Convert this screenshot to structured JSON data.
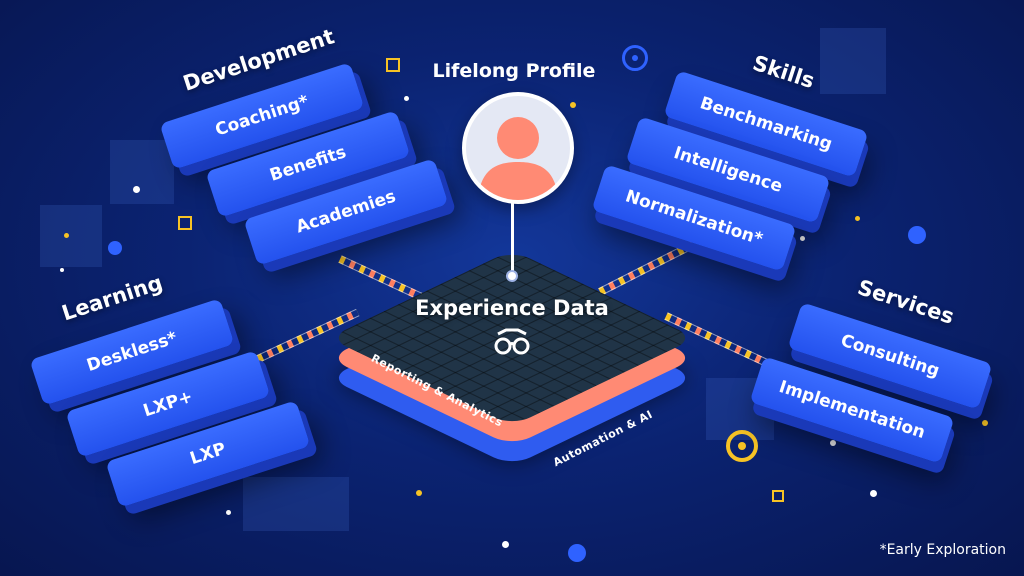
{
  "profile": {
    "title": "Lifelong Profile"
  },
  "hub": {
    "title": "Experience Data",
    "layers": [
      "Reporting & Analytics",
      "Automation & AI"
    ]
  },
  "groups": [
    {
      "title": "Development",
      "items": [
        "Coaching*",
        "Benefits",
        "Academies"
      ]
    },
    {
      "title": "Learning",
      "items": [
        "Deskless*",
        "LXP+",
        "LXP"
      ]
    },
    {
      "title": "Skills",
      "items": [
        "Benchmarking",
        "Intelligence",
        "Normalization*"
      ]
    },
    {
      "title": "Services",
      "items": [
        "Consulting",
        "Implementation"
      ]
    }
  ],
  "footnote": "*Early Exploration",
  "colors": {
    "background": "#0b2372",
    "tile": "#2f5cf0",
    "accent_coral": "#ff8a74",
    "accent_yellow": "#f7c325",
    "hub_top": "#203447"
  },
  "icons": [
    "person-icon",
    "glasses-icon",
    "target-icon"
  ]
}
